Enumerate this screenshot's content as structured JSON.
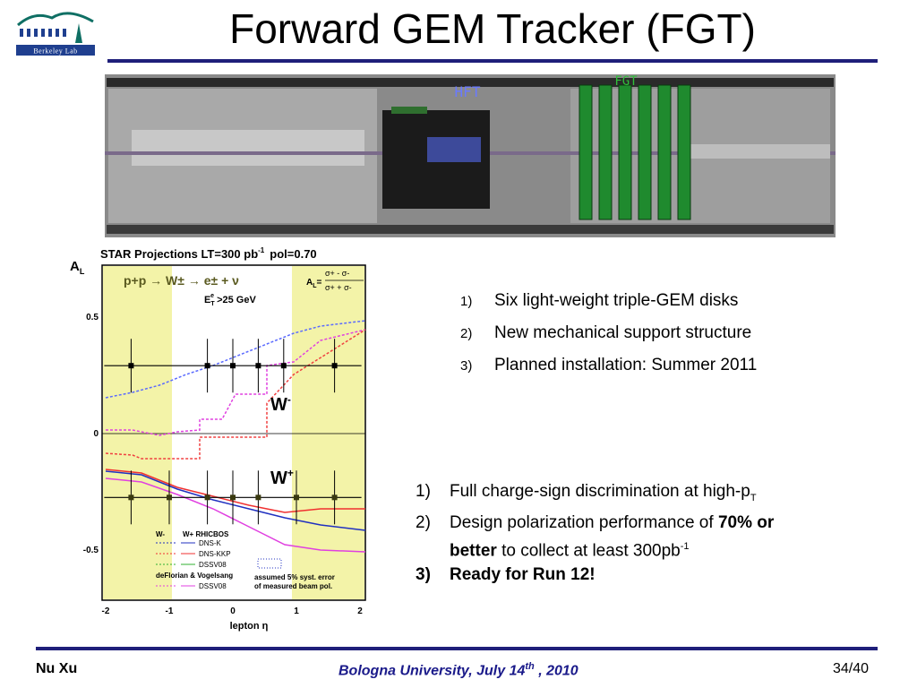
{
  "slide": {
    "title": "Forward GEM Tracker (FGT)",
    "logo_text": "Berkeley Lab",
    "colors": {
      "title_bar": "#1f1f7a",
      "footer_mid": "#1a1a8a",
      "band": "#f3f3a8"
    }
  },
  "detector_labels": {
    "hft": "HFT",
    "fgt": "FGT"
  },
  "plot": {
    "title": "STAR  Projections  LT=300 pb",
    "title_sup": "-1",
    "pol": "pol=0.70",
    "ylabel": "A",
    "ylabel_sub": "L",
    "reaction": "p+p → W±  → e± + ν",
    "cut": "E",
    "cut_sub": "T",
    "cut_sup": "e",
    "cut_rest": " >25 GeV",
    "al_formula": "A",
    "al_sub": "L",
    "al_eq": "=",
    "al_num": "σ+ - σ-",
    "al_den": "σ+ + σ-",
    "w_minus": "W",
    "w_minus_sup": "-",
    "w_plus": "W",
    "w_plus_sup": "+",
    "yticks": [
      "0.5",
      "0",
      "-0.5"
    ],
    "xticks": [
      "-2",
      "-1",
      "0",
      "1",
      "2"
    ],
    "xlabel": "lepton η",
    "legend": {
      "col1": "W-",
      "col2": "W+  RHICBOS",
      "rows": [
        "DNS-K",
        "DNS-KKP",
        "DSSV08"
      ],
      "group": "deFlorian & Vogelsang",
      "group_row": "DSSV08",
      "syst1": "assumed 5% syst. error",
      "syst2": "of measured beam pol."
    }
  },
  "chart_data": {
    "type": "scatter",
    "title": "STAR  Projections  LT=300 pb-1  pol=0.70",
    "xlabel": "lepton η",
    "ylabel": "AL",
    "xlim": [
      -2,
      2
    ],
    "ylim": [
      -0.75,
      0.75
    ],
    "series": [
      {
        "name": "W-",
        "x": [
          -1.6,
          -0.4,
          0.0,
          0.4,
          0.8,
          1.6
        ],
        "values": [
          0.3,
          0.3,
          0.3,
          0.3,
          0.3,
          0.3
        ]
      },
      {
        "name": "W+",
        "x": [
          -1.6,
          -1.0,
          -0.4,
          0.0,
          0.4,
          1.0,
          1.6
        ],
        "values": [
          -0.29,
          -0.29,
          -0.29,
          -0.29,
          -0.29,
          -0.29,
          -0.29
        ]
      }
    ]
  },
  "bullets1": [
    {
      "num": "1)",
      "text": "Six light-weight triple-GEM disks"
    },
    {
      "num": "2)",
      "text": "New mechanical support structure"
    },
    {
      "num": "3)",
      "text": "Planned installation: Summer 2011"
    }
  ],
  "bullets2": {
    "b1_num": "1)",
    "b1_text": "Full charge-sign discrimination at high-p",
    "b1_sub": "T",
    "b2_num": "2)",
    "b2_text": "Design polarization performance of ",
    "b2_bold1": "70% or",
    "b2_bold2": "better",
    "b2_rest": " to collect at least 300pb",
    "b2_sup": "-1",
    "b3_num": "3)",
    "b3_text": "Ready for Run 12!"
  },
  "footer": {
    "author": "Nu Xu",
    "venue": "Bologna University, July 14",
    "venue_sup": "th",
    "venue_rest": " , 2010",
    "page": "34/40"
  }
}
